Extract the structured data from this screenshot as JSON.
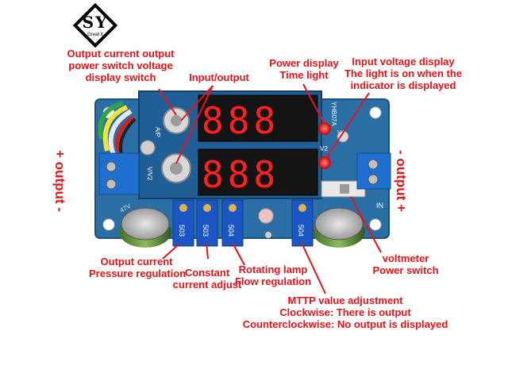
{
  "logo": {
    "text": "SY",
    "subtext": "Great it"
  },
  "labels": {
    "output_current_switch": [
      "Output current output",
      "power switch voltage",
      "display switch"
    ],
    "input_output": [
      "Input/output"
    ],
    "power_display": [
      "Power display",
      "Time light"
    ],
    "input_voltage_display": [
      "Input voltage display",
      "The light is on when the",
      "indicator is displayed"
    ],
    "output_current_pressure": [
      "Output current",
      "Pressure regulation"
    ],
    "constant_current": [
      "Constant",
      "current adjust"
    ],
    "rotating_lamp": [
      "Rotating lamp",
      "Flow regulation"
    ],
    "voltmeter_switch": [
      "voltmeter",
      "Power switch"
    ],
    "mttp": [
      "MTTP value adjustment",
      "Clockwise: There is output",
      "Counterclockwise: No output is displayed"
    ]
  },
  "side_labels": {
    "left": "+ output -",
    "right": "- output +"
  },
  "board_markings": {
    "pot_codes": [
      "503",
      "503",
      "504",
      "504"
    ],
    "model": "YHB07A",
    "led_v1": "V1",
    "led_v2": "V2",
    "knob_a": "A/P",
    "knob_v": "V/V2",
    "in_text": "IN",
    "cap_text": "47V",
    "digits": "888"
  },
  "colors": {
    "label_red": "#e8141a",
    "pcb_blue": "#2a6ea6",
    "display_red": "#ff2020"
  }
}
